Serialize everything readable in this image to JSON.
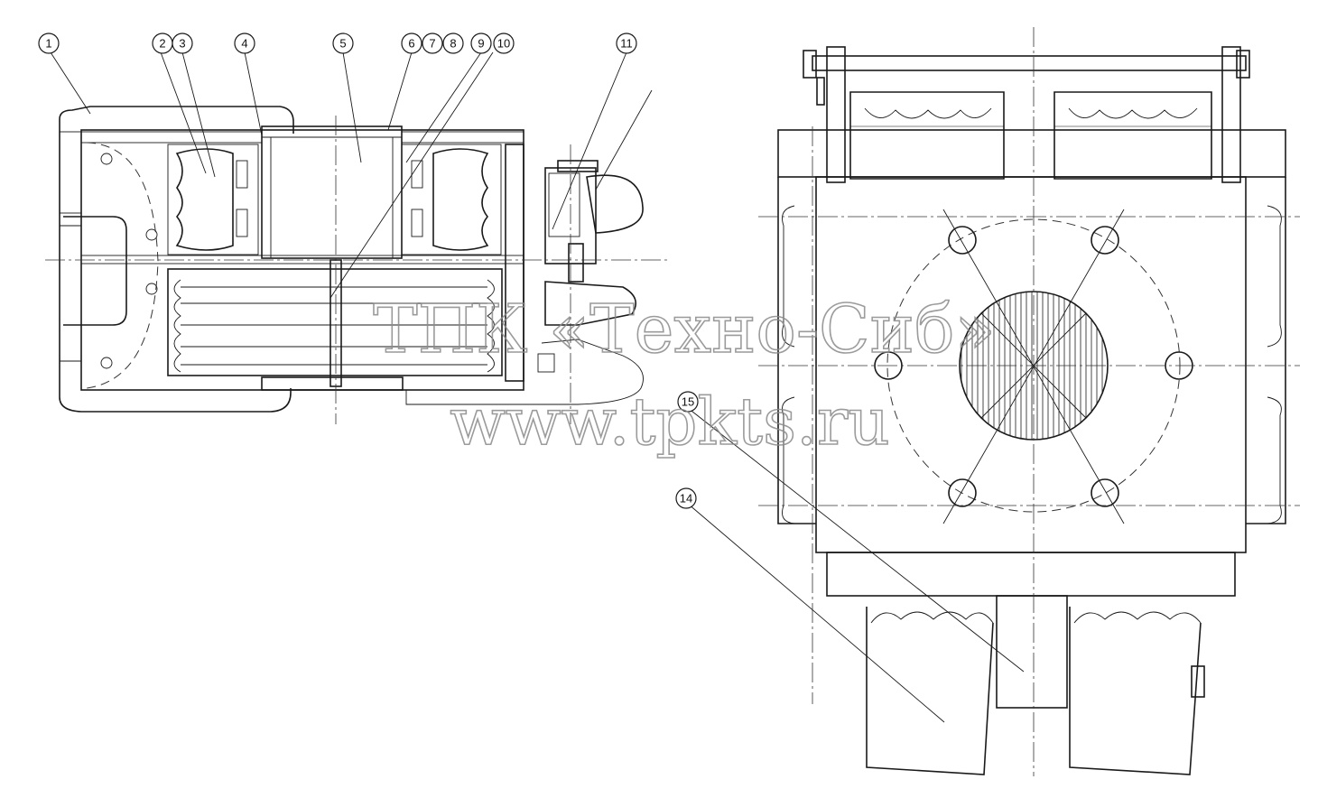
{
  "callouts": [
    {
      "id": "c1",
      "label": "1"
    },
    {
      "id": "c2",
      "label": "2"
    },
    {
      "id": "c3",
      "label": "3"
    },
    {
      "id": "c4",
      "label": "4"
    },
    {
      "id": "c5",
      "label": "5"
    },
    {
      "id": "c6",
      "label": "6"
    },
    {
      "id": "c7",
      "label": "7"
    },
    {
      "id": "c8",
      "label": "8"
    },
    {
      "id": "c9",
      "label": "9"
    },
    {
      "id": "c10",
      "label": "10"
    },
    {
      "id": "c11",
      "label": "11"
    },
    {
      "id": "c14",
      "label": "14"
    },
    {
      "id": "c15",
      "label": "15"
    }
  ],
  "watermark": {
    "line1": "ТПК «Техно-Сиб»",
    "line2": "www.tpkts.ru"
  },
  "colors": {
    "line": "#1a1a1a",
    "watermark": "#8a8a8a",
    "background": "#ffffff"
  }
}
